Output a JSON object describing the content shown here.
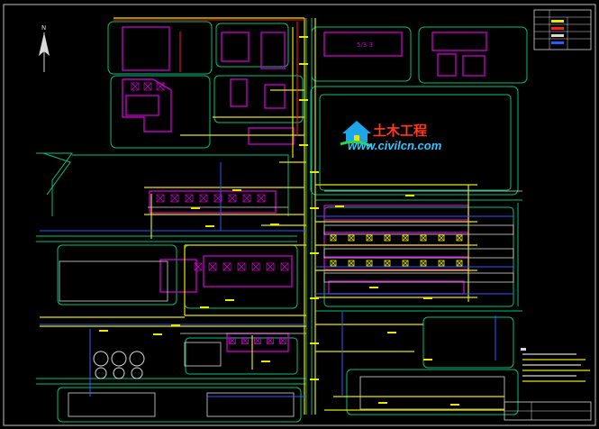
{
  "watermark": {
    "title": "土木工程",
    "url": "www.civilcn.com"
  },
  "labels": {
    "north_arrow_letter": "N",
    "building_tag": "5/3 3"
  },
  "colors": {
    "background": "#000000",
    "road": "#00c080",
    "building": "#c000c0",
    "yellow": "#e6e600",
    "white": "#d8d8d8",
    "blue": "#2a5cff",
    "red": "#ff2020",
    "frame": "#c0c0c0",
    "watermark_text": "#ff3b1e",
    "watermark_url": "#2ec7ff"
  },
  "icons": {
    "north_arrow": "north-arrow-icon",
    "logo_house": "house-logo-icon"
  }
}
